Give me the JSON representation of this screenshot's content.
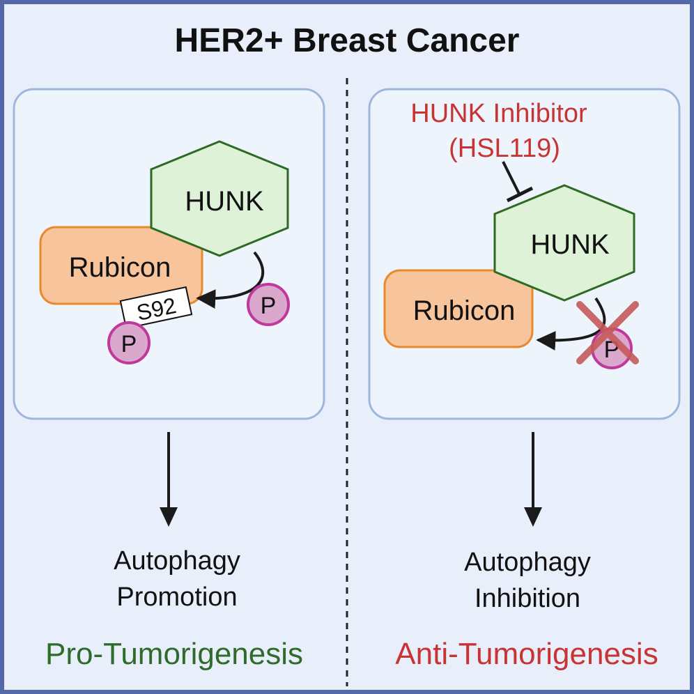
{
  "title": "HER2+ Breast Cancer",
  "left_panel": {
    "hunk_label": "HUNK",
    "rubicon_label": "Rubicon",
    "site_label": "S92",
    "phospho_label": "P",
    "phospho_label_2": "P",
    "outcome_line1": "Autophagy",
    "outcome_line2": "Promotion",
    "effect": "Pro-Tumorigenesis"
  },
  "right_panel": {
    "inhibitor_line1": "HUNK Inhibitor",
    "inhibitor_line2": "(HSL119)",
    "hunk_label": "HUNK",
    "rubicon_label": "Rubicon",
    "phospho_label": "P",
    "outcome_line1": "Autophagy",
    "outcome_line2": "Inhibition",
    "effect": "Anti-Tumorigenesis"
  },
  "colors": {
    "border": "#5468a8",
    "background": "#e9effa",
    "panel_fill": "#eef4fc",
    "panel_stroke": "#9fb6dc",
    "hunk_fill": "#ddf2d6",
    "hunk_stroke": "#2e6a22",
    "rubicon_fill": "#f7c49c",
    "rubicon_stroke": "#e8892c",
    "phospho_fill": "#d9a8cc",
    "phospho_stroke": "#c0399a",
    "pro_text": "#2f6b2a",
    "anti_text": "#c83434",
    "cross": "#c65a5a"
  }
}
